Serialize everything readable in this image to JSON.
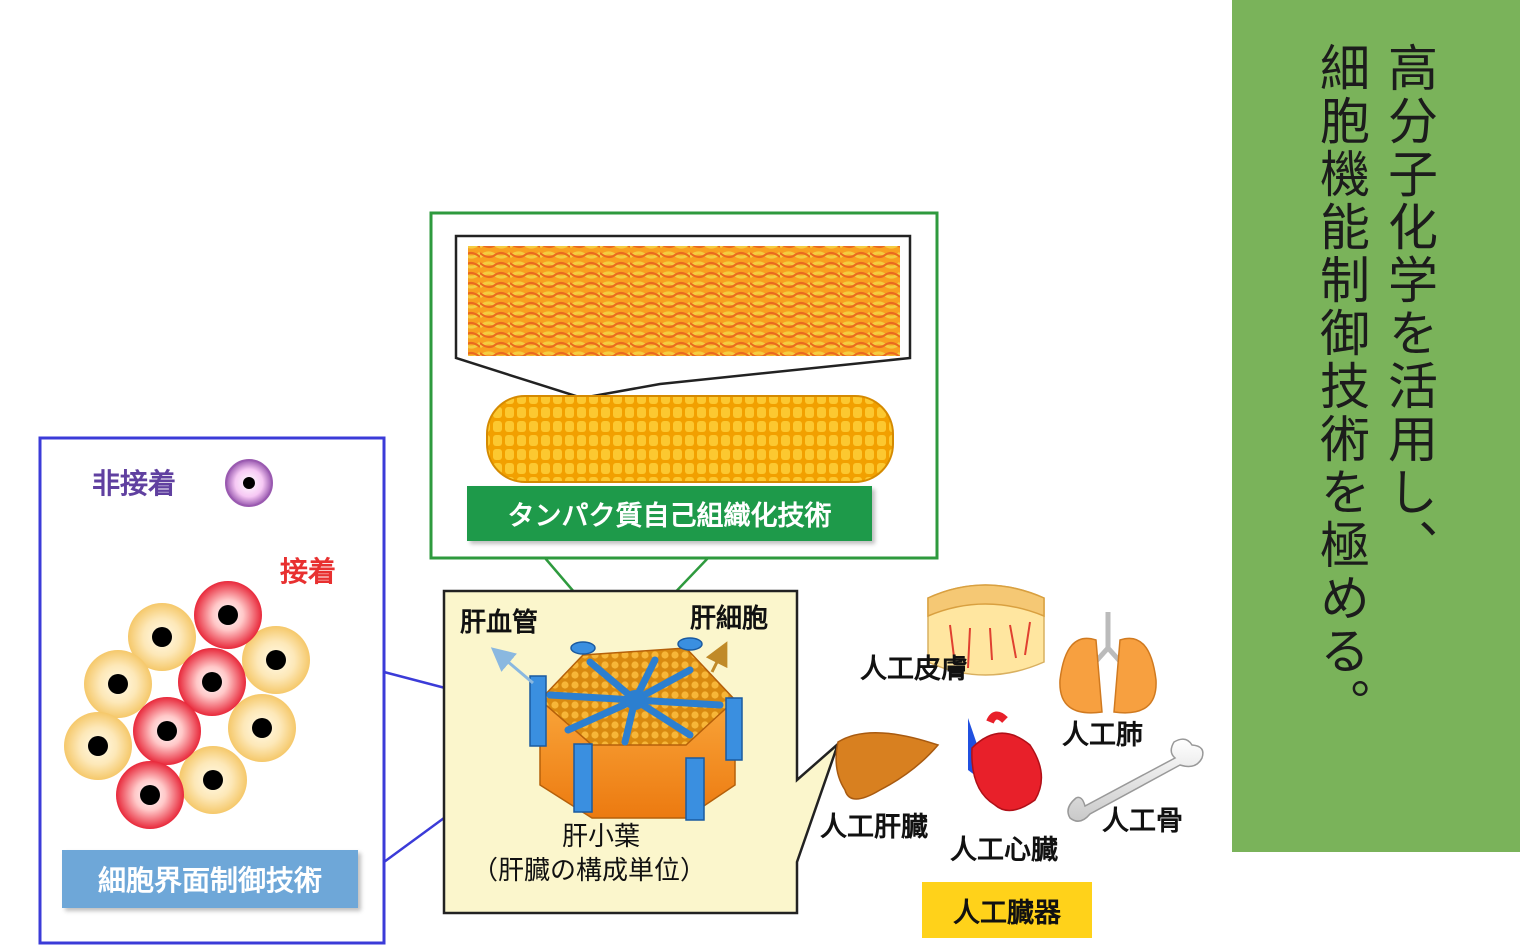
{
  "slogan": {
    "line1": "高分子化学を活用し、",
    "line2": "細胞機能制御技術を極める。"
  },
  "cell_panel": {
    "non_adhesion": "非接着",
    "adhesion": "接着",
    "tech_label": "細胞界面制御技術"
  },
  "protein_panel": {
    "tech_label": "タンパク質自己組織化技術"
  },
  "liver_panel": {
    "vessel_label": "肝血管",
    "hepatocyte_label": "肝細胞",
    "lobule_label": "肝小葉",
    "lobule_note": "（肝臓の構成単位）"
  },
  "organs": {
    "skin": "人工皮膚",
    "lung": "人工肺",
    "liver": "人工肝臓",
    "heart": "人工心臓",
    "bone": "人工骨",
    "group_label": "人工臓器"
  },
  "colors": {
    "slogan_bg": "#7ab35a",
    "cell_panel_border": "#3b3bd8",
    "protein_panel_border": "#2e9a3e",
    "protein_label_bg": "#1e9a4a",
    "cell_label_bg": "#6ea7d8",
    "liver_panel_bg": "#fbf6cc",
    "organ_label_bg": "#ffd21a",
    "non_adhesion_text": "#6040a0",
    "adhesion_text": "#e83030"
  }
}
